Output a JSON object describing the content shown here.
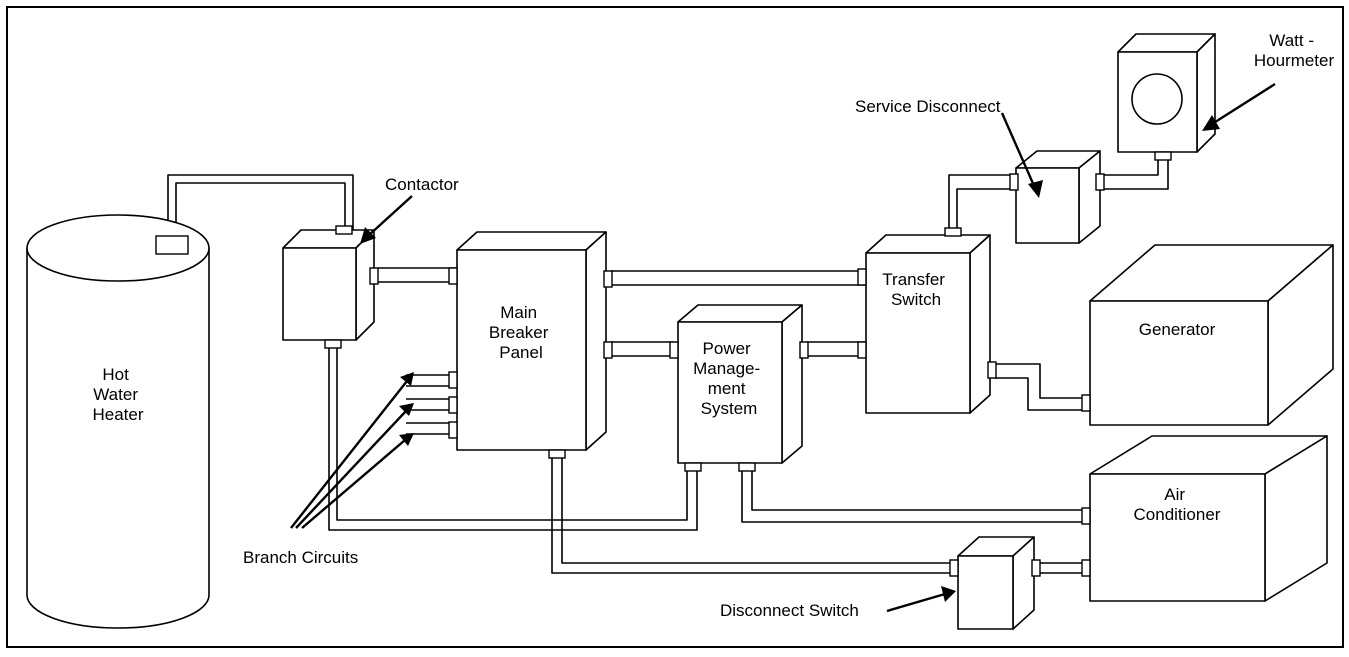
{
  "labels": {
    "hot_water_heater": [
      "Hot",
      "Water",
      "Heater"
    ],
    "contactor": "Contactor",
    "main_breaker_panel": [
      "Main",
      "Breaker",
      "Panel"
    ],
    "power_management_system": [
      "Power",
      "Manage-",
      "ment",
      "System"
    ],
    "transfer_switch": [
      "Transfer",
      "Switch"
    ],
    "service_disconnect": "Service Disconnect",
    "watt_hourmeter": [
      "Watt -",
      "Hourmeter"
    ],
    "generator": "Generator",
    "air_conditioner": [
      "Air",
      "Conditioner"
    ],
    "disconnect_switch": "Disconnect Switch",
    "branch_circuits": "Branch Circuits"
  }
}
